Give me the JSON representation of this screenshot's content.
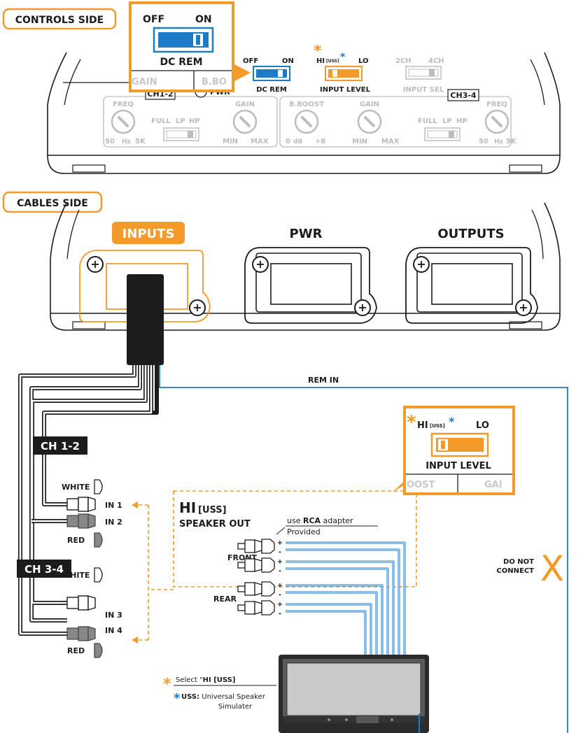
{
  "colors": {
    "orange": "#f39a2b",
    "blue": "#1e7bc8",
    "dark": "#1c1c1c",
    "gray": "#bdbdbd",
    "lightgray": "#cfcfcf"
  },
  "controls_side": {
    "title": "CONTROLS SIDE",
    "callout": {
      "off": "OFF",
      "on": "ON",
      "label": "DC REM",
      "gain_cut": "GAIN",
      "bbo_cut": "B.BO"
    },
    "dc_rem": {
      "off": "OFF",
      "on": "ON",
      "label": "DC REM"
    },
    "input_level": {
      "hi": "HI",
      "uss": "[USS]",
      "lo": "LO",
      "label": "INPUT LEVEL"
    },
    "input_sel": {
      "ch2": "2CH",
      "ch4": "4CH",
      "label": "INPUT SEL"
    },
    "ch12": "CH1-2",
    "ch34": "CH3-4",
    "pwr": "PWR",
    "freq": "FREQ",
    "freq_min": "50",
    "freq_unit": "Hz",
    "freq_max": "5K",
    "gain": "GAIN",
    "gain_min": "MIN",
    "gain_max": "MAX",
    "filter": {
      "full": "FULL",
      "lp": "LP",
      "hp": "HP"
    },
    "bboost": "B.BOOST",
    "bboost_min": "0",
    "bboost_unit": "dB",
    "bboost_max": "+8"
  },
  "cables_side": {
    "title": "CABLES SIDE",
    "inputs": "INPUTS",
    "pwr": "PWR",
    "outputs": "OUTPUTS",
    "plus": "+"
  },
  "wiring": {
    "rem_in": "REM IN",
    "ch12": "CH 1-2",
    "ch34": "CH 3-4",
    "white": "WHITE",
    "red": "RED",
    "in1": "IN 1",
    "in2": "IN 2",
    "in3": "IN 3",
    "in4": "IN 4",
    "hi_uss_title": "HI",
    "hi_uss_sub": "[USS]",
    "speaker_out": "SPEAKER OUT",
    "use_rca_pre": "use ",
    "use_rca_bold": "RCA",
    "use_rca_post": " adapter",
    "provided": "Provided",
    "front": "FRONT",
    "rear": "REAR",
    "plus": "+",
    "minus": "-",
    "do_not": "DO NOT",
    "connect": "CONNECT",
    "x_mark": "X"
  },
  "input_level_callout": {
    "hi": "HI",
    "uss": "[USS]",
    "lo": "LO",
    "label": "INPUT LEVEL",
    "oost_cut": "OOST",
    "gai_cut": "GAI"
  },
  "notes": {
    "select_pre": "Select \"",
    "select_bold": "HI [USS]",
    "uss_label": "USS:",
    "uss_text1": " Universal Speaker",
    "uss_text2": "Simulater"
  }
}
